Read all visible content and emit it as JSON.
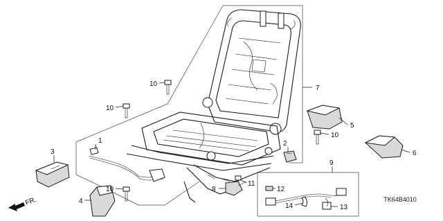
{
  "diagram": {
    "code": "TK64B4010",
    "direction": "FR.",
    "callouts": [
      "1",
      "2",
      "3",
      "4",
      "5",
      "6",
      "7",
      "8",
      "9",
      "10",
      "10",
      "10",
      "10",
      "11",
      "12",
      "13",
      "14"
    ]
  }
}
